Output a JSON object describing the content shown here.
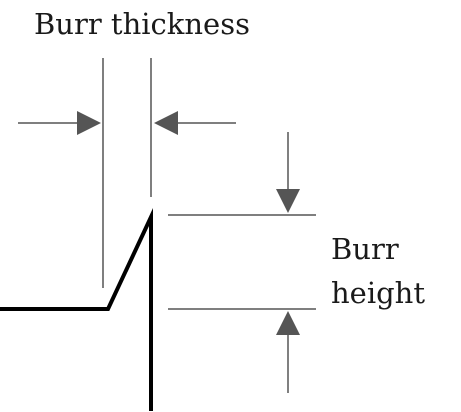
{
  "labels": {
    "burr_thickness": "Burr thickness",
    "burr_height_line1": "Burr",
    "burr_height_line2": "height"
  },
  "colors": {
    "profile": "#000000",
    "dimension_line": "#555555",
    "arrow": "#555555",
    "text": "#1a1a1a"
  }
}
